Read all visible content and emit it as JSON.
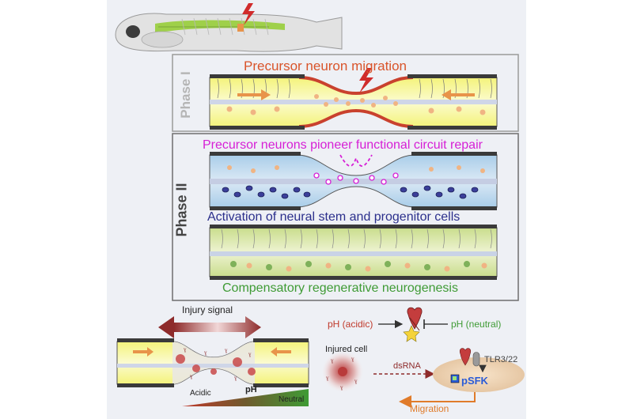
{
  "phase1": {
    "label": "Phase I",
    "title": "Precursor neuron migration"
  },
  "phase2": {
    "label": "Phase II",
    "title_top": "Precursor neurons pioneer functional circuit repair",
    "title_mid": "Activation of neural stem and progenitor cells",
    "title_bottom": "Compensatory regenerative neurogenesis"
  },
  "bottom": {
    "injury_signal": "Injury signal",
    "acidic": "Acidic",
    "ph": "pH",
    "neutral": "Neutral",
    "ph_acidic": "pH (acidic)",
    "ph_neutral": "pH (neutral)",
    "injured_cell": "Injured cell",
    "dsrna": "dsRNA",
    "tlr": "TLR3/22",
    "psfk": "pSFK",
    "migration": "Migration"
  },
  "colors": {
    "phase1_title": "#d9542a",
    "phase2_top": "#d61fd6",
    "phase2_mid": "#2b2f8c",
    "phase2_bottom": "#3f9b35",
    "acidic_red": "#c0392b",
    "neutral_green": "#3f9b35"
  }
}
